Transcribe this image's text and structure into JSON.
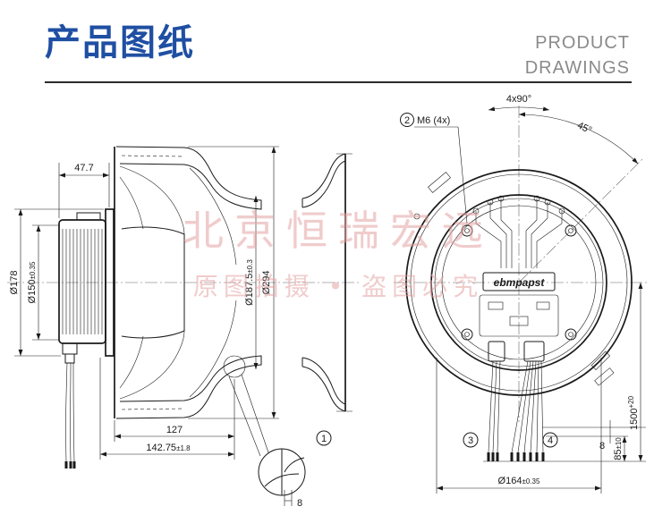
{
  "header": {
    "title_cn": "产品图纸",
    "title_en_line1": "PRODUCT",
    "title_en_line2": "DRAWINGS"
  },
  "colors": {
    "title": "#1f4fa3",
    "subtitle": "#8a8a8a",
    "rule": "#2b2b2b",
    "ink": "#1a1a1a",
    "watermark": "#e4a3a3"
  },
  "watermark": {
    "line1": "北京恒瑞宏远",
    "line2": "原图拍摄 • 盗图必究"
  },
  "side_view": {
    "dim_motor_depth": "47.7",
    "dim_d178": "Ø178",
    "dim_d150": "Ø150",
    "dim_d150_tol": "±0.35",
    "dim_d187": "Ø187.5",
    "dim_d187_tol": "±0.3",
    "dim_d294": "Ø294",
    "dim_127": "127",
    "dim_142": "142.75",
    "dim_142_tol": "±1.8",
    "detail_dim": "8",
    "callout_1": "1"
  },
  "front_view": {
    "callout_2": "2",
    "thread_label": "M6 (4x)",
    "angle_4x90": "4x90°",
    "angle_45": "45°",
    "brand": "ebmpapst",
    "callout_3": "3",
    "callout_4": "4",
    "dim_d164": "Ø164",
    "dim_d164_tol": "±0.35",
    "dim_cable_len": "1500",
    "dim_cable_len_tol": "+20",
    "dim_8": "8",
    "dim_85": "85",
    "dim_85_tol": "±10"
  }
}
